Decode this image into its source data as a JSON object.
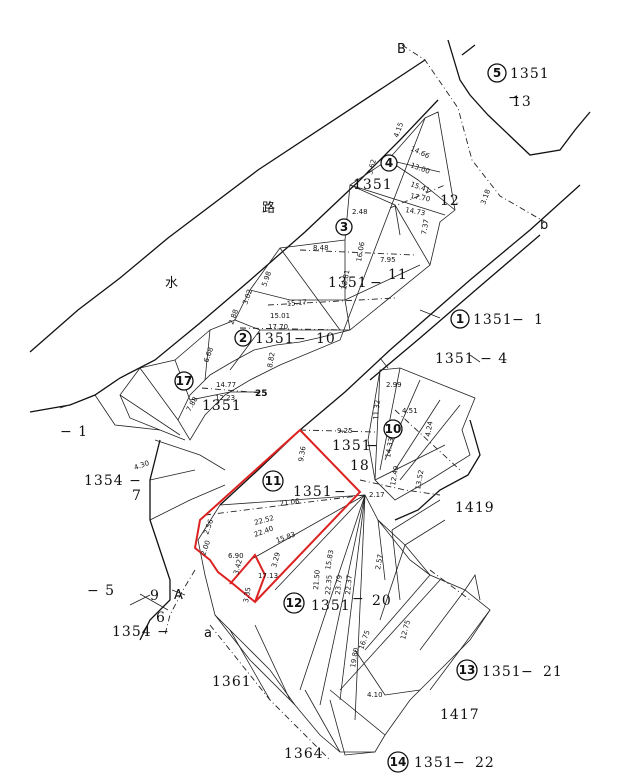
{
  "map": {
    "points": {
      "B": "B",
      "b": "b",
      "A": "A",
      "a": "a"
    },
    "road": {
      "char1": "水",
      "char2": "路"
    },
    "parcels": [
      {
        "num": "5",
        "parcel_top": "1351",
        "parcel_bottom": "13"
      },
      {
        "num": "4",
        "parcel_top": "1351",
        "parcel_bottom": "12"
      },
      {
        "num": "3",
        "parcel_top": "1351",
        "parcel_bottom": "11"
      },
      {
        "num": "2",
        "parcel_top": "1351",
        "parcel_bottom": "10"
      },
      {
        "num": "1",
        "parcel_top": "1351",
        "parcel_bottom": "1"
      },
      {
        "num": "17",
        "parcel_top": "1351",
        "parcel_bottom": ""
      },
      {
        "num": "10",
        "parcel_top": "1351",
        "parcel_bottom": "18"
      },
      {
        "num": "11",
        "parcel_top": "1351",
        "parcel_bottom": ""
      },
      {
        "num": "12",
        "parcel_top": "1351",
        "parcel_bottom": "20"
      },
      {
        "num": "13",
        "parcel_top": "1351",
        "parcel_bottom": "21"
      },
      {
        "num": "14",
        "parcel_top": "1351",
        "parcel_bottom": "22"
      }
    ],
    "other_labels": {
      "p1351_4": "1351 − 4",
      "p1": "− 1",
      "p1354_7a": "1354 −",
      "p1354_7b": "7",
      "p5": "− 5",
      "p9": "9",
      "p1354_6a": "1354 −",
      "p1354_6b": "6",
      "p1419": "1419",
      "p1361": "1361",
      "p1417": "1417",
      "p1364": "1364",
      "p25": "25"
    },
    "measurements": [
      "4.15",
      "14.66",
      "13.00",
      "15.41",
      "17.70",
      "14.73",
      "3.62",
      "2.48",
      "3.18",
      "7.37",
      "8.48",
      "7.95",
      "16.06",
      "18.81",
      "5.98",
      "3.02",
      "15.17",
      "15.01",
      "17.70",
      "8.82",
      "2.88",
      "6.68",
      "14.77",
      "7.88",
      "12.23",
      "9.25",
      "9.36",
      "21.06",
      "22.52",
      "22.40",
      "15.83",
      "6.90",
      "3.29",
      "17.13",
      "2.56",
      "2.00",
      "3.42",
      "3.35",
      "2.17",
      "12.49",
      "15.83",
      "21.50",
      "22.35",
      "23.79",
      "22.37",
      "16.75",
      "12.75",
      "4.10",
      "19.80",
      "2.99",
      "4.51",
      "11.32",
      "14.33",
      "13.52",
      "4.24",
      "4.30",
      "2.57"
    ]
  }
}
